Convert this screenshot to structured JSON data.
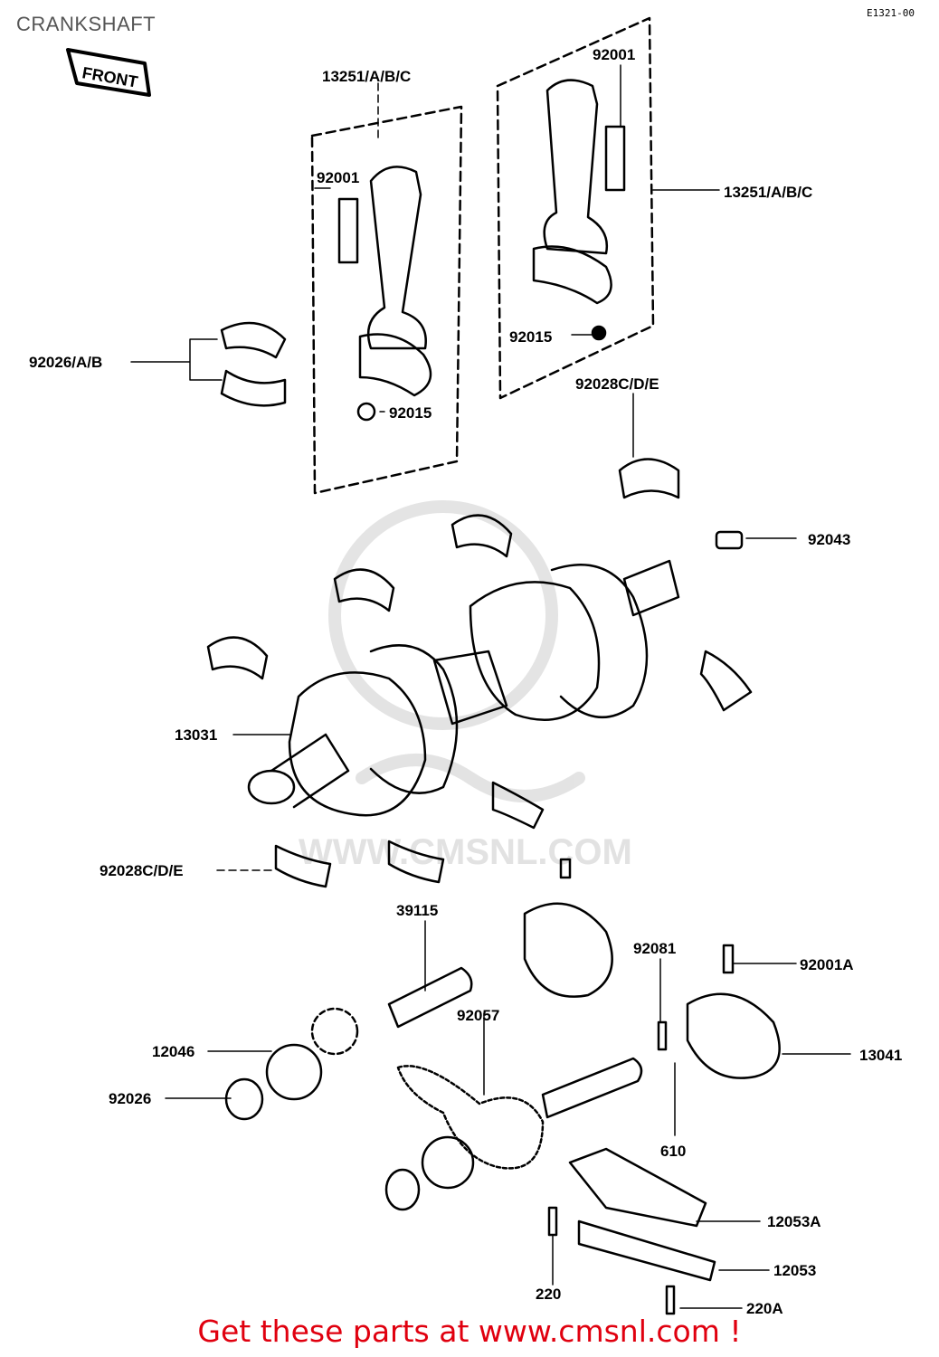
{
  "header": {
    "title": "CRANKSHAFT",
    "ref": "E1321-00"
  },
  "front_tag": "FRONT",
  "watermark": "WWW.CMSNL.COM",
  "callouts": {
    "c13251_left": "13251/A/B/C",
    "c92001_top_right": "92001",
    "c13251_right": "13251/A/B/C",
    "c92001_left": "92001",
    "c92026AB": "92026/A/B",
    "c92015_right": "92015",
    "c92028CDE_top": "92028C/D/E",
    "c92015_left": "92015",
    "c92043": "92043",
    "c13031": "13031",
    "c92028CDE_bottom": "92028C/D/E",
    "c39115": "39115",
    "c92081": "92081",
    "c92001A": "92001A",
    "c92057": "92057",
    "c12046": "12046",
    "c13041": "13041",
    "c92026": "92026",
    "c610": "610",
    "c12053A": "12053A",
    "c12053": "12053",
    "c220": "220",
    "c220A": "220A"
  },
  "footer": {
    "text": "Get these parts at www.cmsnl.com !"
  }
}
